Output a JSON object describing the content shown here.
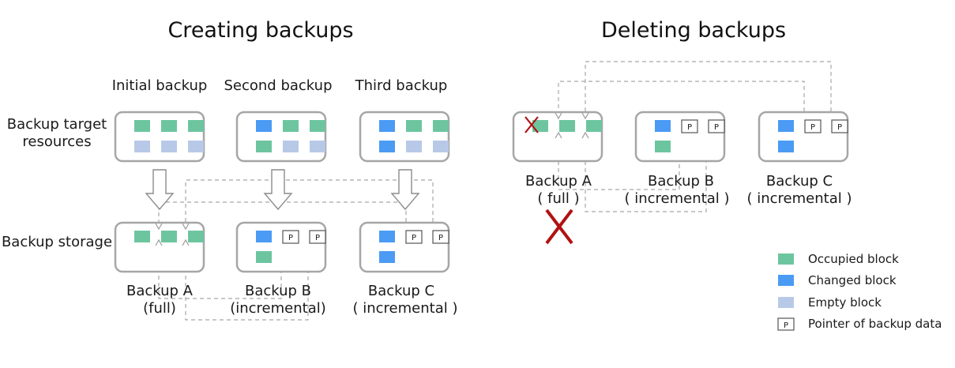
{
  "colors": {
    "occupied": "#6dc5a0",
    "changed": "#4b9bf5",
    "empty": "#b8c9e8",
    "cross": "#b01212"
  },
  "creating": {
    "title": "Creating backups",
    "columns": [
      "Initial backup",
      "Second backup",
      "Third backup"
    ],
    "row_labels": {
      "target_line1": "Backup target",
      "target_line2": "resources",
      "storage": "Backup storage"
    },
    "backups": [
      {
        "name": "Backup A",
        "type": "(full)"
      },
      {
        "name": "Backup B",
        "type": "(incremental)"
      },
      {
        "name": "Backup C",
        "type": "( incremental )"
      }
    ]
  },
  "deleting": {
    "title": "Deleting backups",
    "backups": [
      {
        "name": "Backup A",
        "type": "( full )"
      },
      {
        "name": "Backup B",
        "type": "( incremental )"
      },
      {
        "name": "Backup C",
        "type": "( incremental )"
      }
    ]
  },
  "pointer_letter": "P",
  "legend": [
    {
      "kind": "occupied",
      "label": "Occupied block"
    },
    {
      "kind": "changed",
      "label": "Changed block"
    },
    {
      "kind": "empty",
      "label": "Empty block"
    },
    {
      "kind": "pointer",
      "label": "Pointer of backup data"
    }
  ]
}
